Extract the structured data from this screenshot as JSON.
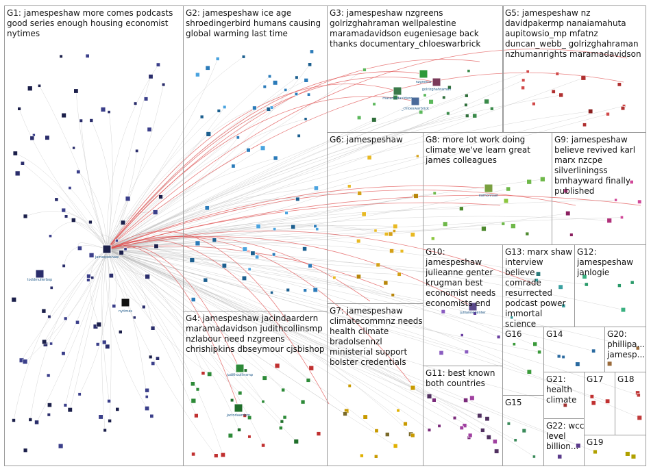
{
  "groups": [
    {
      "id": "G1",
      "label": "G1: jamespeshaw more comes podcasts\ngood series enough housing economist\nnytimes"
    },
    {
      "id": "G2",
      "label": "G2: jamespeshaw ice age\nshroedingerbird humans causing\nglobal warming last time"
    },
    {
      "id": "G3",
      "label": "G3: jamespeshaw nzgreens\ngolrizghahraman wellpalestine\nmaramadavidson eugeniesage back\nthanks documentary_chloeswarbrick"
    },
    {
      "id": "G5",
      "label": "G5: jamespeshaw nz\ndavidpakermp nanaiamahuta\naupitowsio_mp mfatnz\nduncan_webb_ golrizghahraman\nnzhumanrights maramadavidson"
    },
    {
      "id": "G6",
      "label": "G6: jamespeshaw"
    },
    {
      "id": "G8",
      "label": "G8: more lot work doing\nclimate we've learn great\njames colleagues"
    },
    {
      "id": "G9",
      "label": "G9: jamespeshaw\nbelieve revived karl\nmarx nzcpe\nsilverliningss\nbmhayward finally\npublished"
    },
    {
      "id": "G10",
      "label": "G10: jamespeshaw\njulieanne genter\nkrugman best\neconomist needs\neconomists end"
    },
    {
      "id": "G13",
      "label": "G13: marx shaw\ninterview believe\ncomrade\nresurrected\npodcast power\nimmortal science"
    },
    {
      "id": "G12",
      "label": "G12:\njamespeshaw\njanlogie"
    },
    {
      "id": "G4",
      "label": "G4: jamespeshaw jacindaardern\nmaramadavidson judithcollinsmp\nnzlabour need nzgreens\nchrishipkins dbseymour cjsbishop"
    },
    {
      "id": "G7",
      "label": "G7: jamespeshaw\nclimatecommnz needs\nhealth climate\nbradolsennzl\nministerial support\nbolster credentials"
    },
    {
      "id": "G16",
      "label": "G16"
    },
    {
      "id": "G14",
      "label": "G14"
    },
    {
      "id": "G20",
      "label": "G20:\nphillipa...\njamesp..."
    },
    {
      "id": "G11",
      "label": "G11: best known\nboth countries"
    },
    {
      "id": "G15",
      "label": "G15"
    },
    {
      "id": "G21",
      "label": "G21:\nhealth\nclimate"
    },
    {
      "id": "G17",
      "label": "G17"
    },
    {
      "id": "G18",
      "label": "G18"
    },
    {
      "id": "G22",
      "label": "G22: wcc\nlevel\nbillion..."
    },
    {
      "id": "G19",
      "label": "G19"
    }
  ],
  "node_labels": [
    {
      "id": "jamespeshaw",
      "label": "jamespeshaw"
    },
    {
      "id": "toddmullerbop",
      "label": "toddmullerbop"
    },
    {
      "id": "nytimes",
      "label": "nytimes"
    },
    {
      "id": "nzgreens",
      "label": "nzgreens"
    },
    {
      "id": "golrizghahraman",
      "label": "golrizghahraman"
    },
    {
      "id": "maramadavidson",
      "label": "maramadavidson"
    },
    {
      "id": "_chloeswarbrick",
      "label": "_chloeswarbrick"
    },
    {
      "id": "judithcollinsmp",
      "label": "judithcollinsmp"
    },
    {
      "id": "jacindaardern",
      "label": "jacindaardern"
    },
    {
      "id": "juliiannegenter",
      "label": "juliiannegenter"
    },
    {
      "id": "eamonryan",
      "label": "eamonryan"
    }
  ],
  "colors": {
    "group_border": "#9a9a9a",
    "edge": "#b5b5b5",
    "hub_edge": "#e05050",
    "label_text": "#111111",
    "node_label_text": "#1f5a8a"
  }
}
